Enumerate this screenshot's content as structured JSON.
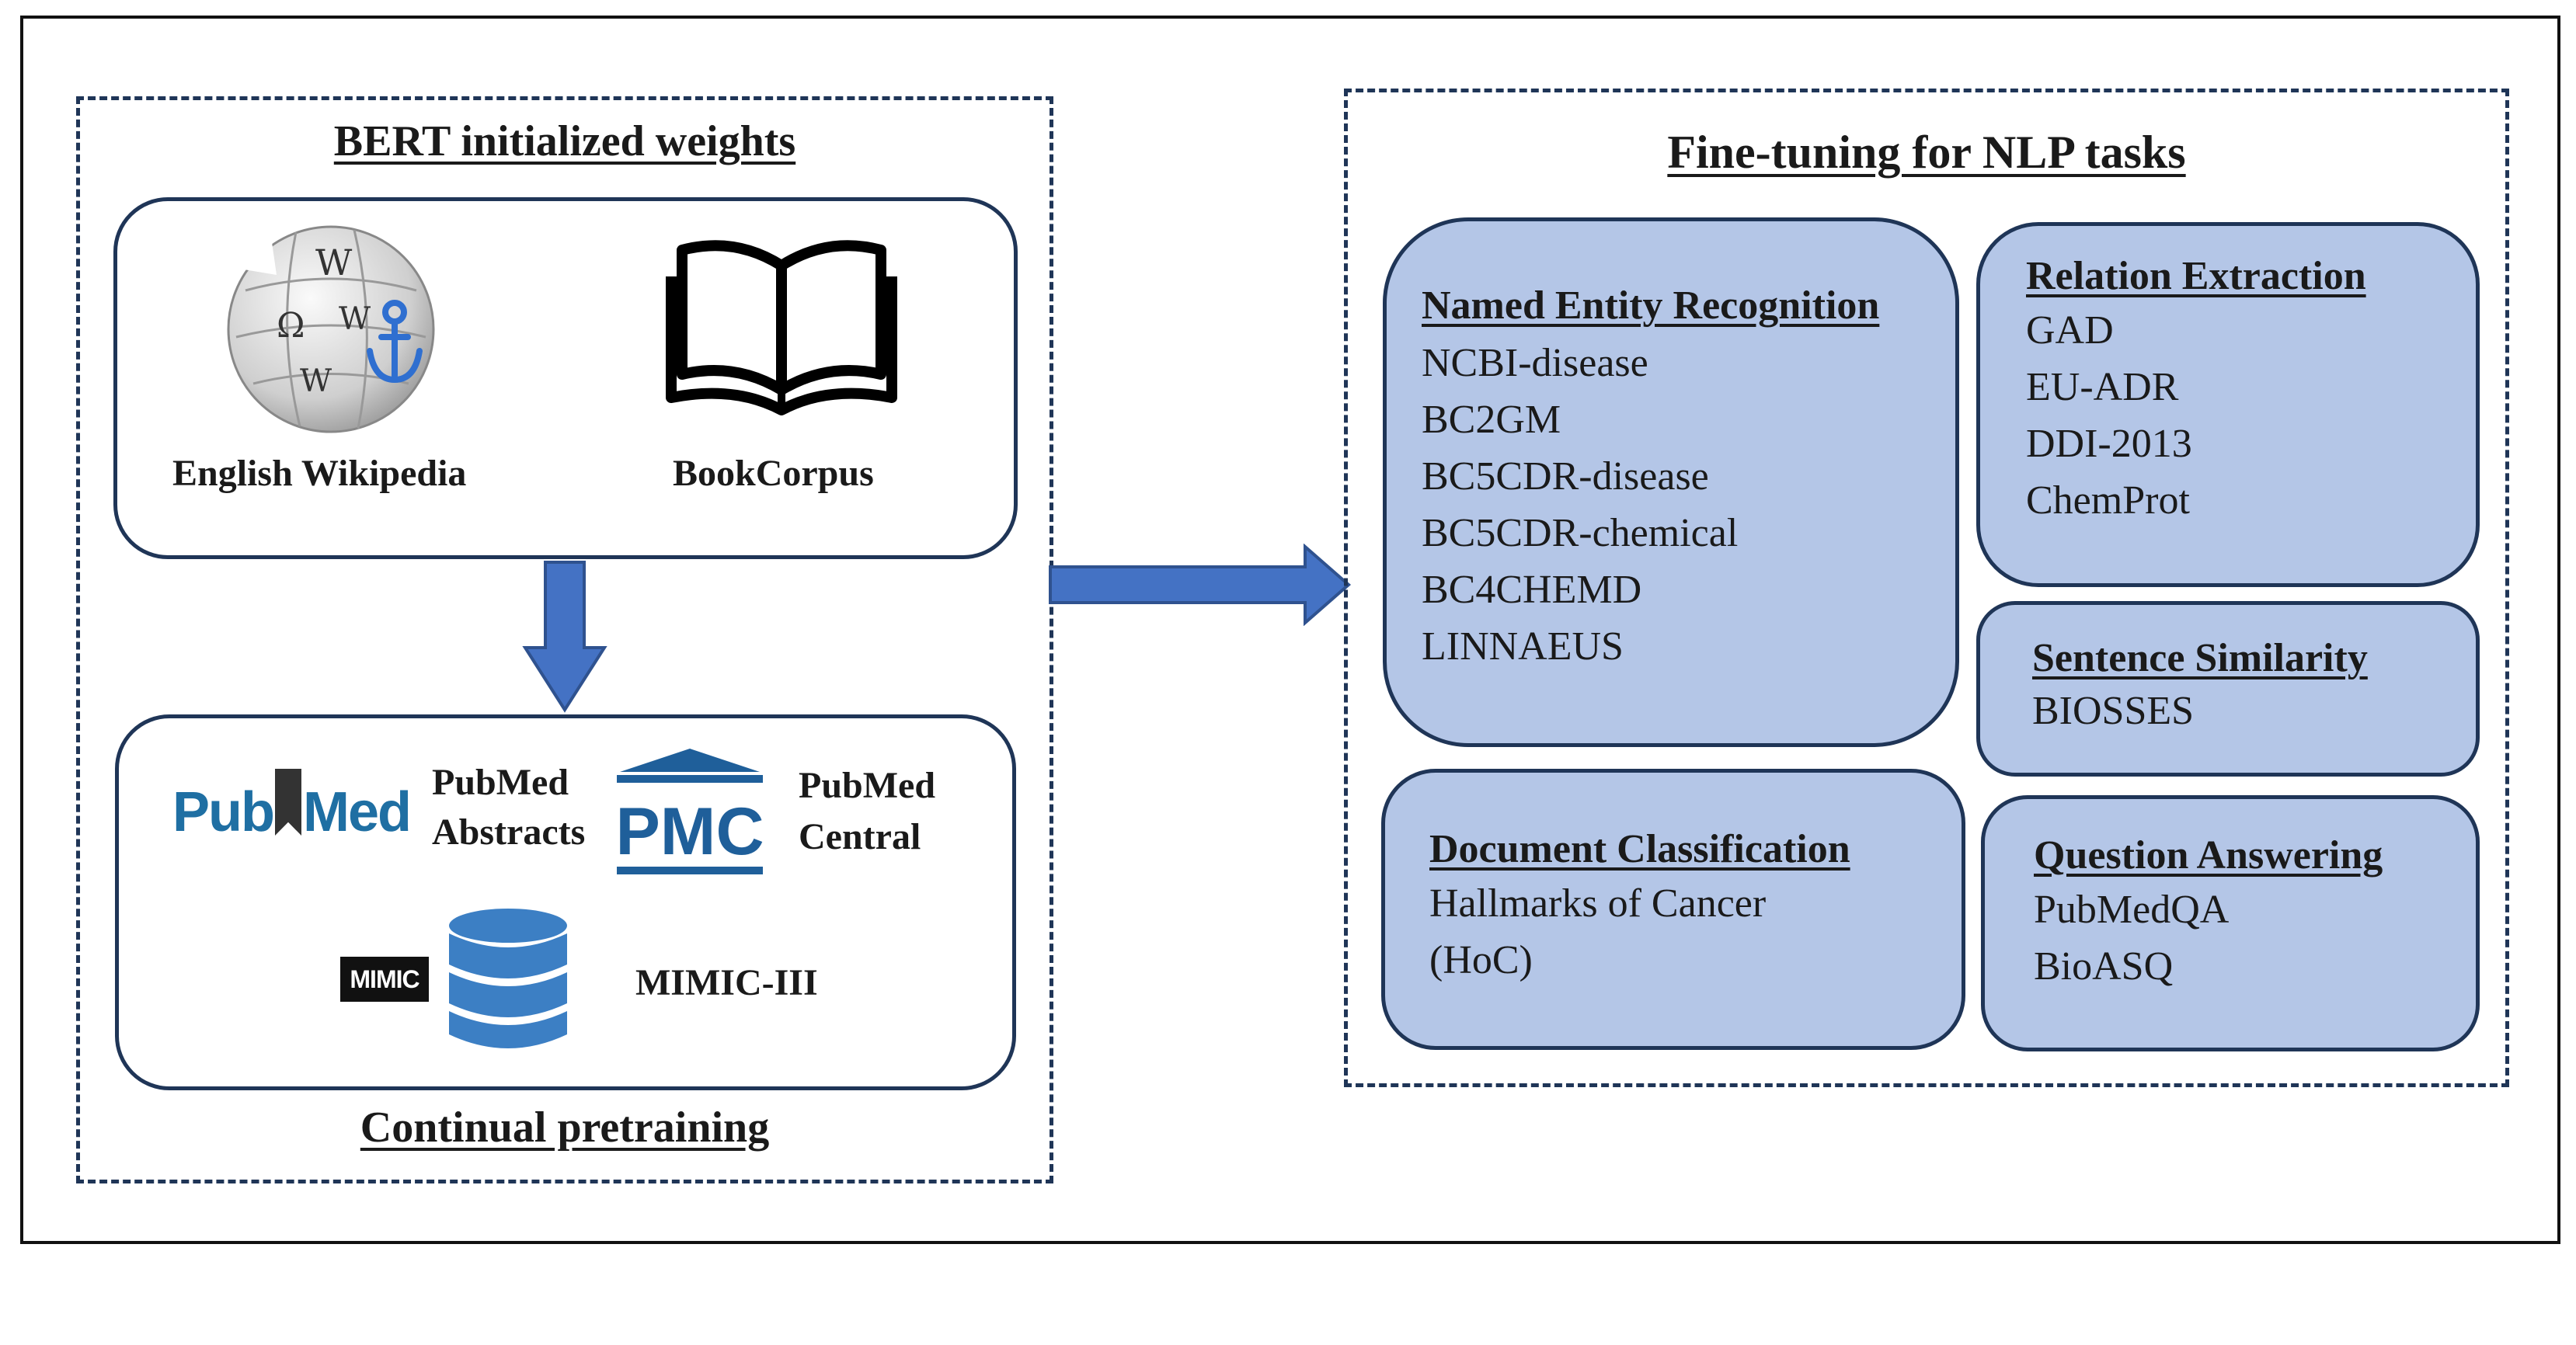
{
  "left_panel": {
    "title": "BERT initialized weights",
    "bottom_title": "Continual pretraining",
    "general_corpora": [
      {
        "icon": "wikipedia-globe-icon",
        "label": "English Wikipedia"
      },
      {
        "icon": "open-book-icon",
        "label": "BookCorpus"
      }
    ],
    "biomedical_corpora": {
      "pubmed_logo_a": "Pub",
      "pubmed_logo_b": "Med",
      "pubmed_line1": "PubMed",
      "pubmed_line2": "Abstracts",
      "pmc_logo": "PMC",
      "pmc_line1": "PubMed",
      "pmc_line2": "Central",
      "mimic_logo": "MIMIC",
      "mimic_label": "MIMIC-III"
    }
  },
  "right_panel": {
    "title": "Fine-tuning for NLP tasks",
    "tasks": [
      {
        "name": "Named Entity Recognition",
        "datasets": [
          "NCBI-disease",
          "BC2GM",
          "BC5CDR-disease",
          "BC5CDR-chemical",
          "BC4CHEMD",
          "LINNAEUS"
        ]
      },
      {
        "name": "Relation Extraction",
        "datasets": [
          "GAD",
          "EU-ADR",
          "DDI-2013",
          "ChemProt"
        ]
      },
      {
        "name": "Sentence Similarity",
        "datasets": [
          "BIOSSES"
        ]
      },
      {
        "name": "Document Classification",
        "datasets": [
          "Hallmarks of Cancer",
          "(HoC)"
        ]
      },
      {
        "name": "Question Answering",
        "datasets": [
          "PubMedQA",
          "BioASQ"
        ]
      }
    ]
  },
  "colors": {
    "arrow_fill": "#4472c4",
    "arrow_stroke": "#2f528f",
    "task_box_fill": "#b4c6e7",
    "border": "#1f3557",
    "pubmed_blue": "#1f6fa3",
    "pmc_blue": "#1f5f9a",
    "db_blue": "#3c7fc4"
  }
}
